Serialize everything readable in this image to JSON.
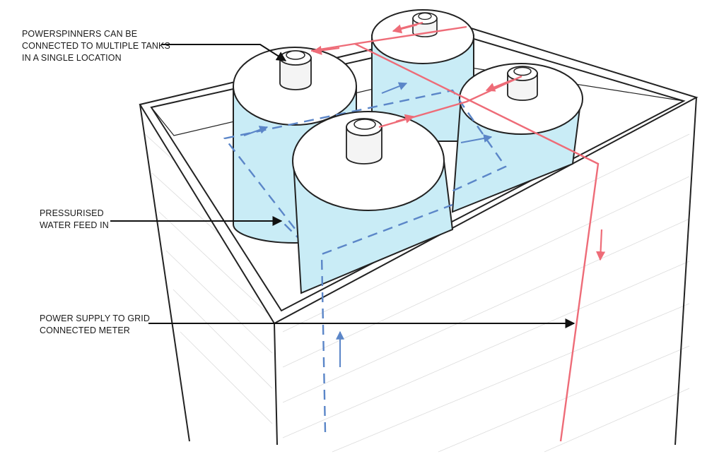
{
  "labels": {
    "powerspinners": {
      "line1": "POWERSPINNERS CAN BE",
      "line2": "CONNECTED TO MULTIPLE TANKS",
      "line3": "IN A SINGLE LOCATION"
    },
    "water_feed": {
      "line1": "PRESSURISED",
      "line2": "WATER FEED IN"
    },
    "power_supply": {
      "line1": "POWER SUPPLY TO GRID",
      "line2": "CONNECTED METER"
    }
  },
  "colors": {
    "outline": "#222222",
    "tank_water": "#c9ecf6",
    "tank_top": "#ffffff",
    "spinner": "#f4f4f4",
    "power_line": "#ee6c78",
    "water_line": "#5b86c8",
    "hatch": "#dcdcdc",
    "leader": "#111111"
  },
  "icons": {
    "tank": "cylinder-tank-icon",
    "spinner": "powerspinner-icon"
  }
}
